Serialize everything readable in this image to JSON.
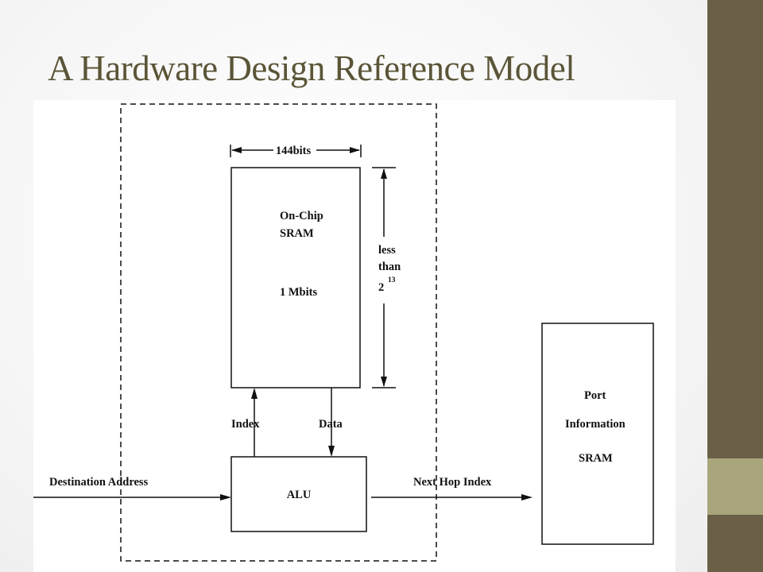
{
  "slide": {
    "title": "A Hardware Design Reference Model",
    "colors": {
      "title": "#5b5538",
      "side_bar": "#6b6047",
      "side_accent": "#a9a57c"
    }
  },
  "diagram": {
    "width_label": "144bits",
    "sram_label_line1": "On-Chip",
    "sram_label_line2": "SRAM",
    "sram_capacity": "1 Mbits",
    "height_label_line1": "less",
    "height_label_line2": "than",
    "height_base": "2",
    "height_exponent": "13",
    "index_label": "Index",
    "data_label": "Data",
    "alu_label": "ALU",
    "input_label": "Destination  Address",
    "output_label": "Next Hop Index",
    "port_label_line1": "Port",
    "port_label_line2": "Information",
    "port_label_line3": "SRAM"
  }
}
